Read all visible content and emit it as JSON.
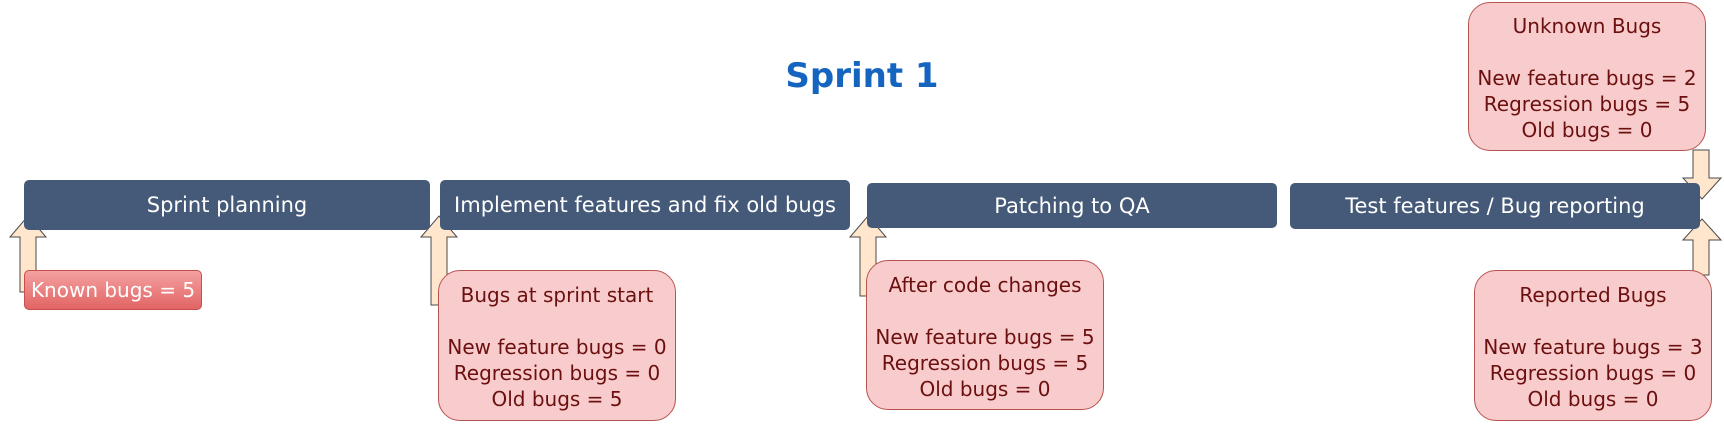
{
  "title": "Sprint 1",
  "stages": [
    {
      "label": "Sprint planning"
    },
    {
      "label": "Implement features and fix old bugs"
    },
    {
      "label": "Patching to QA"
    },
    {
      "label": "Test features / Bug reporting"
    }
  ],
  "notes": {
    "known_bugs": "Known bugs = 5",
    "sprint_start": {
      "heading": "Bugs at sprint start",
      "new_feature": "New feature bugs = 0",
      "regression": "Regression bugs = 0",
      "old": "Old bugs = 5"
    },
    "after_changes": {
      "heading": "After code changes",
      "new_feature": "New feature bugs = 5",
      "regression": "Regression bugs = 5",
      "old": "Old bugs = 0"
    },
    "unknown": {
      "heading": "Unknown Bugs",
      "new_feature": "New feature bugs = 2",
      "regression": "Regression bugs = 5",
      "old": "Old bugs = 0"
    },
    "reported": {
      "heading": "Reported Bugs",
      "new_feature": "New feature bugs = 3",
      "regression": "Regression bugs = 0",
      "old": "Old bugs = 0"
    }
  },
  "colors": {
    "title": "#1565c0",
    "stage_fill": "#445a78",
    "note_fill": "#f8cccc",
    "note_border": "#b85450",
    "note_text": "#6b0f0f",
    "arrow_fill": "#ffe6cc"
  }
}
